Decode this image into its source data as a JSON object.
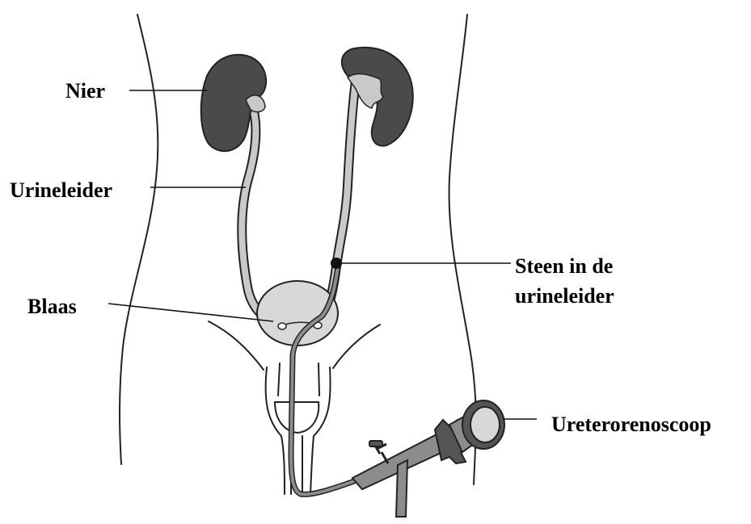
{
  "labels": {
    "kidney": "Nier",
    "ureter": "Urineleider",
    "stone_line1": "Steen in de",
    "stone_line2": "urineleider",
    "bladder": "Blaas",
    "scope": "Ureterorenoscoop"
  },
  "colors": {
    "background": "#ffffff",
    "ink": "#222222",
    "kidney_fill": "#4a4a4a",
    "ureter_fill": "#c9c9c9",
    "bladder_fill": "#d8d8d8",
    "scope_fill": "#8c8c8c",
    "scope_dark": "#555555",
    "stone": "#111111"
  }
}
